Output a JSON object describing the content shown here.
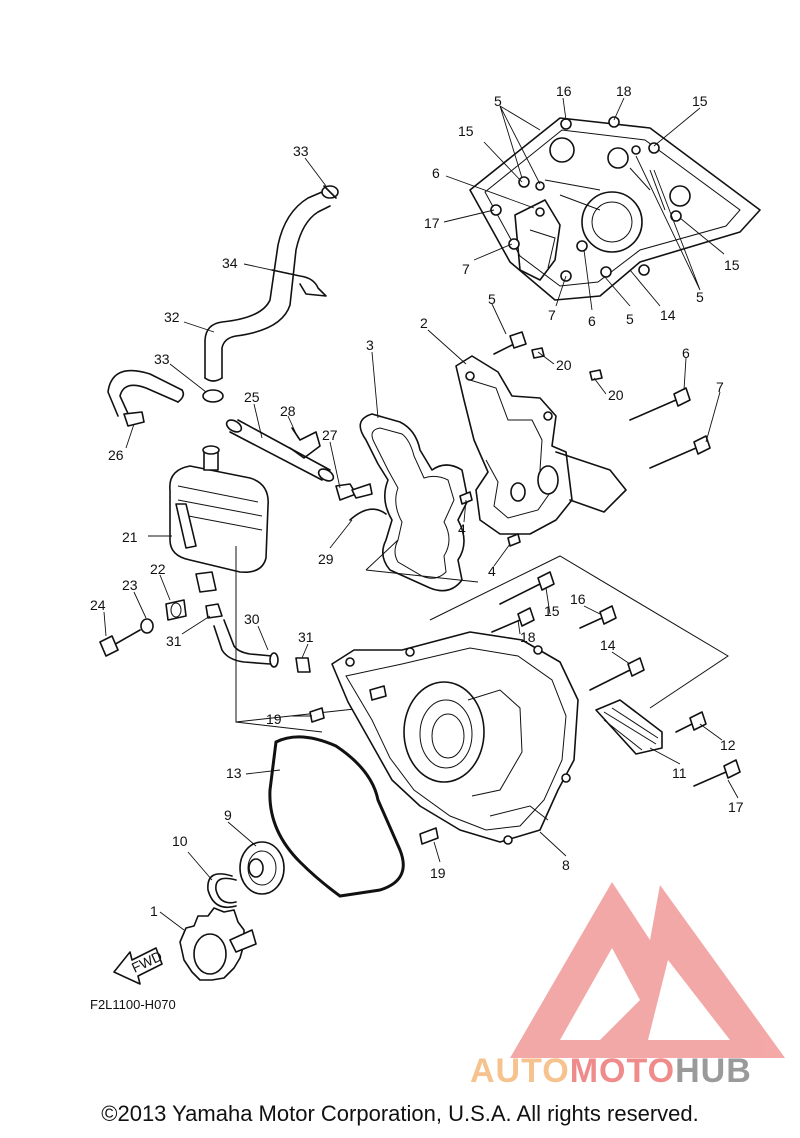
{
  "diagram": {
    "code": "F2L1100-H070",
    "fwd_label": "FWD",
    "callouts": [
      {
        "id": "c16a",
        "text": "16"
      },
      {
        "id": "c18a",
        "text": "18"
      },
      {
        "id": "c5a",
        "text": "5"
      },
      {
        "id": "c15a",
        "text": "15"
      },
      {
        "id": "c15b",
        "text": "15"
      },
      {
        "id": "c6a",
        "text": "6"
      },
      {
        "id": "c17a",
        "text": "17"
      },
      {
        "id": "c7a",
        "text": "7"
      },
      {
        "id": "c15c",
        "text": "15"
      },
      {
        "id": "c5b",
        "text": "5"
      },
      {
        "id": "c7b",
        "text": "7"
      },
      {
        "id": "c6b",
        "text": "6"
      },
      {
        "id": "c5c",
        "text": "5"
      },
      {
        "id": "c14a",
        "text": "14"
      },
      {
        "id": "c33a",
        "text": "33"
      },
      {
        "id": "c34",
        "text": "34"
      },
      {
        "id": "c32",
        "text": "32"
      },
      {
        "id": "c33b",
        "text": "33"
      },
      {
        "id": "c25",
        "text": "25"
      },
      {
        "id": "c28",
        "text": "28"
      },
      {
        "id": "c26",
        "text": "26"
      },
      {
        "id": "c27",
        "text": "27"
      },
      {
        "id": "c3",
        "text": "3"
      },
      {
        "id": "c2",
        "text": "2"
      },
      {
        "id": "c5d",
        "text": "5"
      },
      {
        "id": "c20a",
        "text": "20"
      },
      {
        "id": "c20b",
        "text": "20"
      },
      {
        "id": "c6c",
        "text": "6"
      },
      {
        "id": "c7c",
        "text": "7"
      },
      {
        "id": "c4a",
        "text": "4"
      },
      {
        "id": "c4b",
        "text": "4"
      },
      {
        "id": "c21",
        "text": "21"
      },
      {
        "id": "c29",
        "text": "29"
      },
      {
        "id": "c22",
        "text": "22"
      },
      {
        "id": "c23",
        "text": "23"
      },
      {
        "id": "c24",
        "text": "24"
      },
      {
        "id": "c31a",
        "text": "31"
      },
      {
        "id": "c30",
        "text": "30"
      },
      {
        "id": "c31b",
        "text": "31"
      },
      {
        "id": "c15d",
        "text": "15"
      },
      {
        "id": "c16b",
        "text": "16"
      },
      {
        "id": "c18b",
        "text": "18"
      },
      {
        "id": "c14b",
        "text": "14"
      },
      {
        "id": "c19a",
        "text": "19"
      },
      {
        "id": "c12",
        "text": "12"
      },
      {
        "id": "c11",
        "text": "11"
      },
      {
        "id": "c17b",
        "text": "17"
      },
      {
        "id": "c13",
        "text": "13"
      },
      {
        "id": "c9",
        "text": "9"
      },
      {
        "id": "c10",
        "text": "10"
      },
      {
        "id": "c8",
        "text": "8"
      },
      {
        "id": "c19b",
        "text": "19"
      },
      {
        "id": "c1",
        "text": "1"
      }
    ]
  },
  "watermark": {
    "part1": "AUTO",
    "part2": "MOTO",
    "part3": "HUB"
  },
  "copyright": "©2013 Yamaha Motor Corporation, U.S.A. All rights reserved.",
  "colors": {
    "logo_red": "#f08b8b",
    "logo_orange": "#f6c28e",
    "logo_gray": "#9a9a9a",
    "line": "#111111"
  }
}
